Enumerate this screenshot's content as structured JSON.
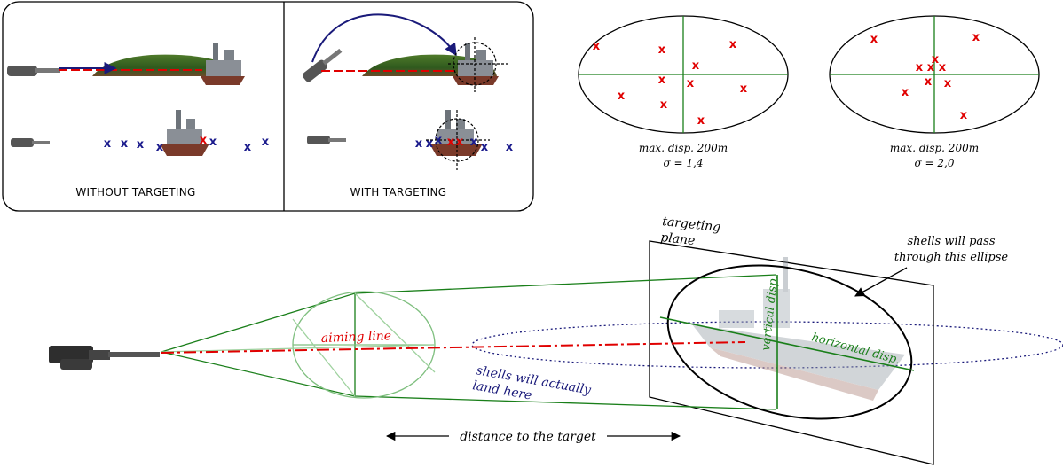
{
  "panel_left": {
    "without_label": "WITHOUT TARGETING",
    "with_label": "WITH TARGETING",
    "mark_symbol": "x"
  },
  "dispersion": [
    {
      "max_disp": "max. disp. 200m",
      "sigma": "σ = 1,4"
    },
    {
      "max_disp": "max. disp. 200m",
      "sigma": "σ = 2,0"
    }
  ],
  "main": {
    "targeting_plane_label_1": "targeting",
    "targeting_plane_label_2": "plane",
    "ellipse_note_1": "shells will pass",
    "ellipse_note_2": "through this ellipse",
    "aiming_line": "aiming line",
    "actual_landing_1": "shells will actually",
    "actual_landing_2": "land here",
    "vertical_disp": "vertical disp.",
    "horizontal_disp": "horizontal disp.",
    "distance": "distance to the target"
  },
  "colors": {
    "aim_red": "#e00000",
    "disp_green": "#1a7f1a",
    "shell_navy": "#1a1a7a",
    "mark_red": "#e00000",
    "mark_navy": "#1a1a8c"
  }
}
